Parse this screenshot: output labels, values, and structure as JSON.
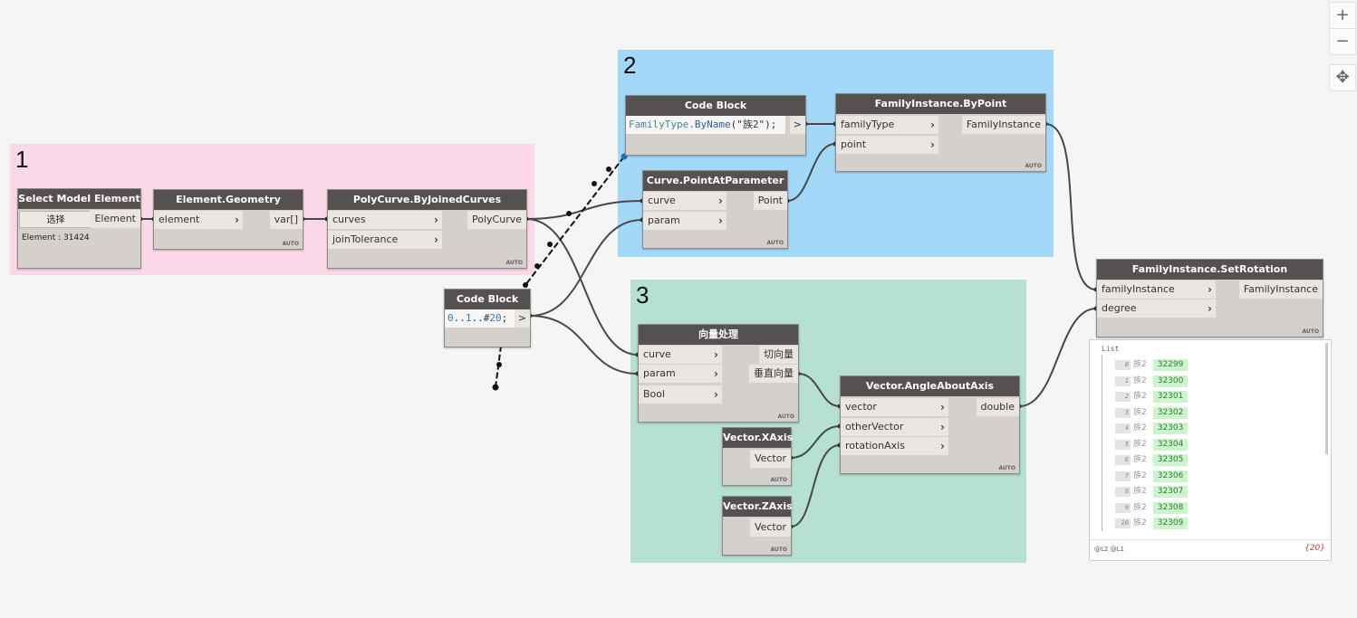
{
  "groups": [
    {
      "label": "1",
      "color": "#fbd8e8"
    },
    {
      "label": "2",
      "color": "#a4d8f8"
    },
    {
      "label": "3",
      "color": "#b5e0d2"
    }
  ],
  "zoom": {
    "in": "+",
    "out": "−",
    "pan": "✥"
  },
  "nodes": {
    "select_model": {
      "title": "Select Model Element",
      "button": "选择",
      "output": "Element",
      "info": "Element : 31424"
    },
    "element_geometry": {
      "title": "Element.Geometry",
      "input": "element",
      "output": "var[]",
      "auto": "AUTO"
    },
    "polycurve": {
      "title": "PolyCurve.ByJoinedCurves",
      "inputs": [
        "curves",
        "joinTolerance"
      ],
      "output": "PolyCurve",
      "auto": "AUTO"
    },
    "code_block_family": {
      "title": "Code Block",
      "code_type": "FamilyType",
      "code_fn": ".ByName",
      "code_rest": "(\"族2\");",
      "output": ">"
    },
    "family_by_point": {
      "title": "FamilyInstance.ByPoint",
      "inputs": [
        "familyType",
        "point"
      ],
      "output": "FamilyInstance",
      "auto": "AUTO"
    },
    "curve_point": {
      "title": "Curve.PointAtParameter",
      "inputs": [
        "curve",
        "param"
      ],
      "output": "Point",
      "auto": "AUTO"
    },
    "code_block_range": {
      "title": "Code Block",
      "code_a": "0",
      "code_b": "..",
      "code_c": "1",
      "code_d": "..#",
      "code_e": "20",
      "code_f": ";",
      "output": ">"
    },
    "vector_process": {
      "title": "向量处理",
      "inputs": [
        "curve",
        "param",
        "Bool"
      ],
      "outputs": [
        "切向量",
        "垂直向量"
      ],
      "auto": "AUTO"
    },
    "vector_xaxis": {
      "title": "Vector.XAxis",
      "output": "Vector",
      "auto": "AUTO"
    },
    "vector_zaxis": {
      "title": "Vector.ZAxis",
      "output": "Vector",
      "auto": "AUTO"
    },
    "angle_about_axis": {
      "title": "Vector.AngleAboutAxis",
      "inputs": [
        "vector",
        "otherVector",
        "rotationAxis"
      ],
      "output": "double",
      "auto": "AUTO"
    },
    "set_rotation": {
      "title": "FamilyInstance.SetRotation",
      "inputs": [
        "familyInstance",
        "degree"
      ],
      "output": "FamilyInstance",
      "auto": "AUTO"
    }
  },
  "watch": {
    "header": "List",
    "items": [
      {
        "index": "0",
        "key": "族2",
        "value": "32299"
      },
      {
        "index": "1",
        "key": "族2",
        "value": "32300"
      },
      {
        "index": "2",
        "key": "族2",
        "value": "32301"
      },
      {
        "index": "3",
        "key": "族2",
        "value": "32302"
      },
      {
        "index": "4",
        "key": "族2",
        "value": "32303"
      },
      {
        "index": "5",
        "key": "族2",
        "value": "32304"
      },
      {
        "index": "6",
        "key": "族2",
        "value": "32305"
      },
      {
        "index": "7",
        "key": "族2",
        "value": "32306"
      },
      {
        "index": "8",
        "key": "族2",
        "value": "32307"
      },
      {
        "index": "9",
        "key": "族2",
        "value": "32308"
      },
      {
        "index": "10",
        "key": "族2",
        "value": "32309"
      }
    ],
    "levels": "@L2 @L1",
    "count": "{20}"
  }
}
